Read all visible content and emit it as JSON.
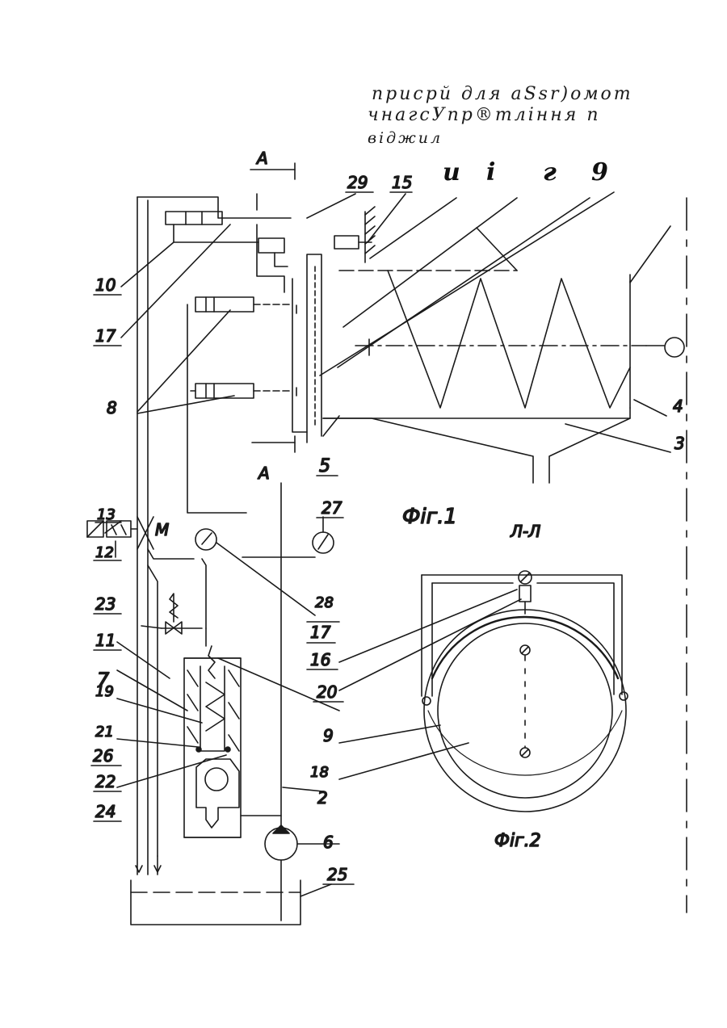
{
  "title": {
    "line1": "присрй для  aSsr)омот",
    "line2": "чнагсУпр®тління п",
    "line3": "віджил"
  },
  "header_marks": {
    "u": "u",
    "i": "i",
    "g": "г",
    "nine": "9"
  },
  "section_marks": {
    "a_top": "А",
    "a_bottom": "А",
    "section_label": "Л-Л"
  },
  "figure_labels": {
    "fig1": "Фіг.1",
    "fig2": "Фіг.2"
  },
  "callouts": {
    "n29": "29",
    "n15": "15",
    "n10": "10",
    "n17a": "17",
    "n8": "8",
    "n13": "13",
    "n12": "12",
    "m": "М",
    "n5": "5",
    "n4": "4",
    "n3": "3",
    "n27": "27",
    "n28": "28",
    "n17b": "17",
    "n16": "16",
    "n23": "23",
    "n11": "11",
    "n7": "7",
    "n19": "19",
    "n20": "20",
    "n21": "21",
    "n26": "26",
    "n22": "22",
    "n24": "24",
    "n9": "9",
    "n18": "18",
    "n2": "2",
    "n6": "6",
    "n25": "25"
  }
}
